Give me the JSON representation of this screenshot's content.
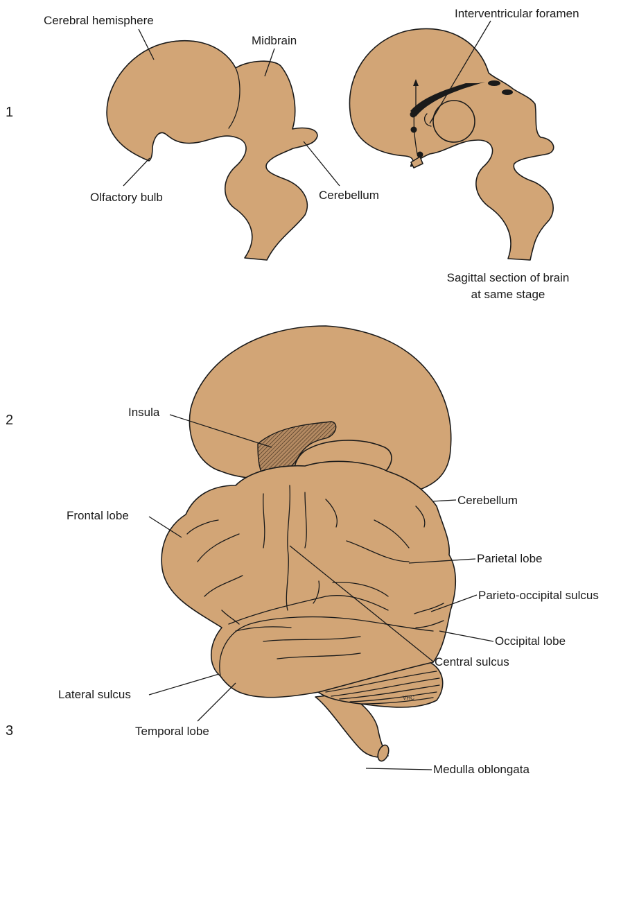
{
  "colors": {
    "brain_fill": "#d2a576",
    "outline": "#1a1a1a",
    "background": "#ffffff"
  },
  "stage_numbers": [
    "1",
    "2",
    "3"
  ],
  "stage1": {
    "labels": {
      "cerebral_hemisphere": "Cerebral hemisphere",
      "midbrain": "Midbrain",
      "olfactory_bulb": "Olfactory bulb",
      "cerebellum": "Cerebellum",
      "interventricular_foramen": "Interventricular foramen",
      "sagittal_line1": "Sagittal section of brain",
      "sagittal_line2": "at same stage"
    }
  },
  "stage2": {
    "labels": {
      "insula": "Insula",
      "cerebellum": "Cerebellum"
    }
  },
  "stage3": {
    "labels": {
      "frontal_lobe": "Frontal lobe",
      "central_sulcus": "Central sulcus",
      "parietal_lobe": "Parietal lobe",
      "parieto_occipital_sulcus": "Parieto-occipital sulcus",
      "occipital_lobe": "Occipital lobe",
      "lateral_sulcus": "Lateral sulcus",
      "temporal_lobe": "Temporal lobe",
      "medulla_oblongata": "Medulla oblongata"
    },
    "signature": "VHC"
  }
}
